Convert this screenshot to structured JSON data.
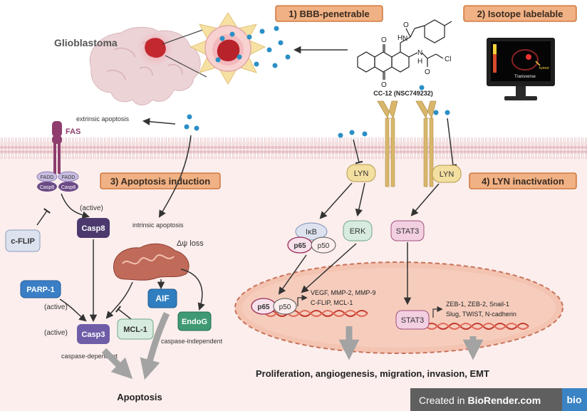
{
  "top": {
    "glioblastoma_label": "Glioblastoma",
    "step1": "1) BBB-penetrable",
    "step2": "2) Isotope labelable",
    "compound_label": "CC-12 (NSC749232)",
    "monitor_view_label": "Transverse",
    "monitor_tumor_label": "tumor",
    "chem_atoms": {
      "nh1": "H",
      "n1": "N",
      "nh2": "H",
      "n2": "N",
      "cl": "Cl",
      "o1": "O",
      "o2": "O",
      "o3": "O",
      "o4": "O"
    }
  },
  "left": {
    "extrinsic_label": "extrinsic apoptosis",
    "fas_label": "FAS",
    "fadd_label": "FADD",
    "casp8_small_label": "Casp8",
    "step3": "3) Apoptosis induction",
    "cflip_label": "c-FLIP",
    "casp8_active_label": "(active)",
    "casp8_label": "Casp8",
    "intrinsic_label": "intrinsic apoptosis",
    "psi_loss_label": "Δψ loss",
    "parp1_label": "PARP-1",
    "parp1_active_label": "(active)",
    "casp3_active_label": "(active)",
    "casp3_label": "Casp3",
    "mcl1_label": "MCL-1",
    "aif_label": "AIF",
    "endog_label": "EndoG",
    "caspase_dependent_label": "caspase-dependent",
    "caspase_independent_label": "caspase-independent",
    "apoptosis_label": "Apoptosis"
  },
  "right": {
    "lyn_label": "LYN",
    "step4": "4) LYN inactivation",
    "ikb_label": "IκB",
    "p65_label": "p65",
    "p50_label": "p50",
    "erk_label": "ERK",
    "stat3_label": "STAT3",
    "nfkb_targets_line1": "VEGF, MMP-2, MMP-9",
    "nfkb_targets_line2": "C-FLIP, MCL-1",
    "stat3_targets_line1": "ZEB-1, ZEB-2, Snail-1",
    "stat3_targets_line2": "Slug, TWIST, N-cadherin",
    "outcome_label": "Proliferation, angiogenesis, migration, invasion, EMT"
  },
  "footer": {
    "created_in": "Created in ",
    "brand": "BioRender.com",
    "logo": "bio"
  },
  "colors": {
    "step_fill": "#f0b184",
    "step_stroke": "#c96a2a",
    "cell_bg": "#fbeeed",
    "membrane": "#d9a3a8",
    "dot": "#2b8fc6",
    "nucleus": "#f4c4b2",
    "dna_red": "#c43a2f",
    "gray_arrow": "#9a9a9a",
    "footer_bg": "#5f5f5f"
  }
}
